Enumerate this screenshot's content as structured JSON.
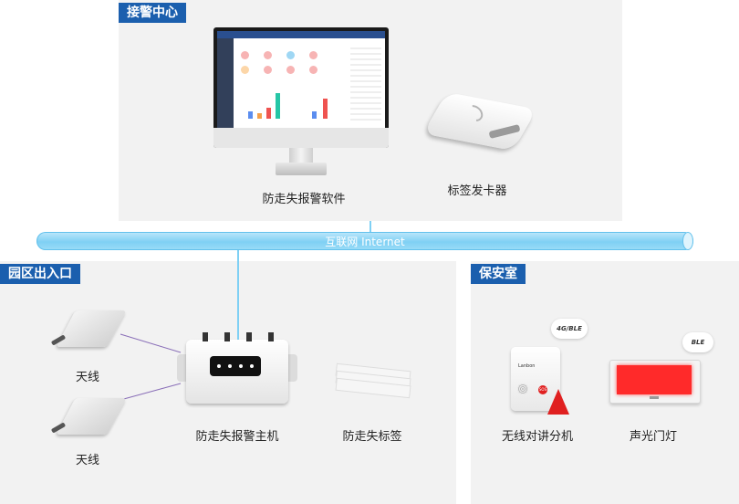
{
  "sections": {
    "alarm_center": "接警中心",
    "park_entrance": "园区出入口",
    "security_room": "保安室"
  },
  "devices": {
    "software": "防走失报警软件",
    "card_issuer": "标签发卡器",
    "antenna_top": "天线",
    "antenna_bottom": "天线",
    "host": "防走失报警主机",
    "tag": "防走失标签",
    "intercom": "无线对讲分机",
    "door_light": "声光门灯"
  },
  "network": {
    "label": "互联网 Internet"
  },
  "bubbles": {
    "intercom": "4G/BLE",
    "door_light": "BLE"
  },
  "product_marks": {
    "intercom_brand": "Lanbon",
    "sos": "SOS"
  },
  "colors": {
    "badge": "#1b5fae",
    "pipe": "#7fd0f4",
    "panel": "#f2f2f2",
    "sos_red": "#e02020",
    "light_red": "#ff2a2a"
  }
}
